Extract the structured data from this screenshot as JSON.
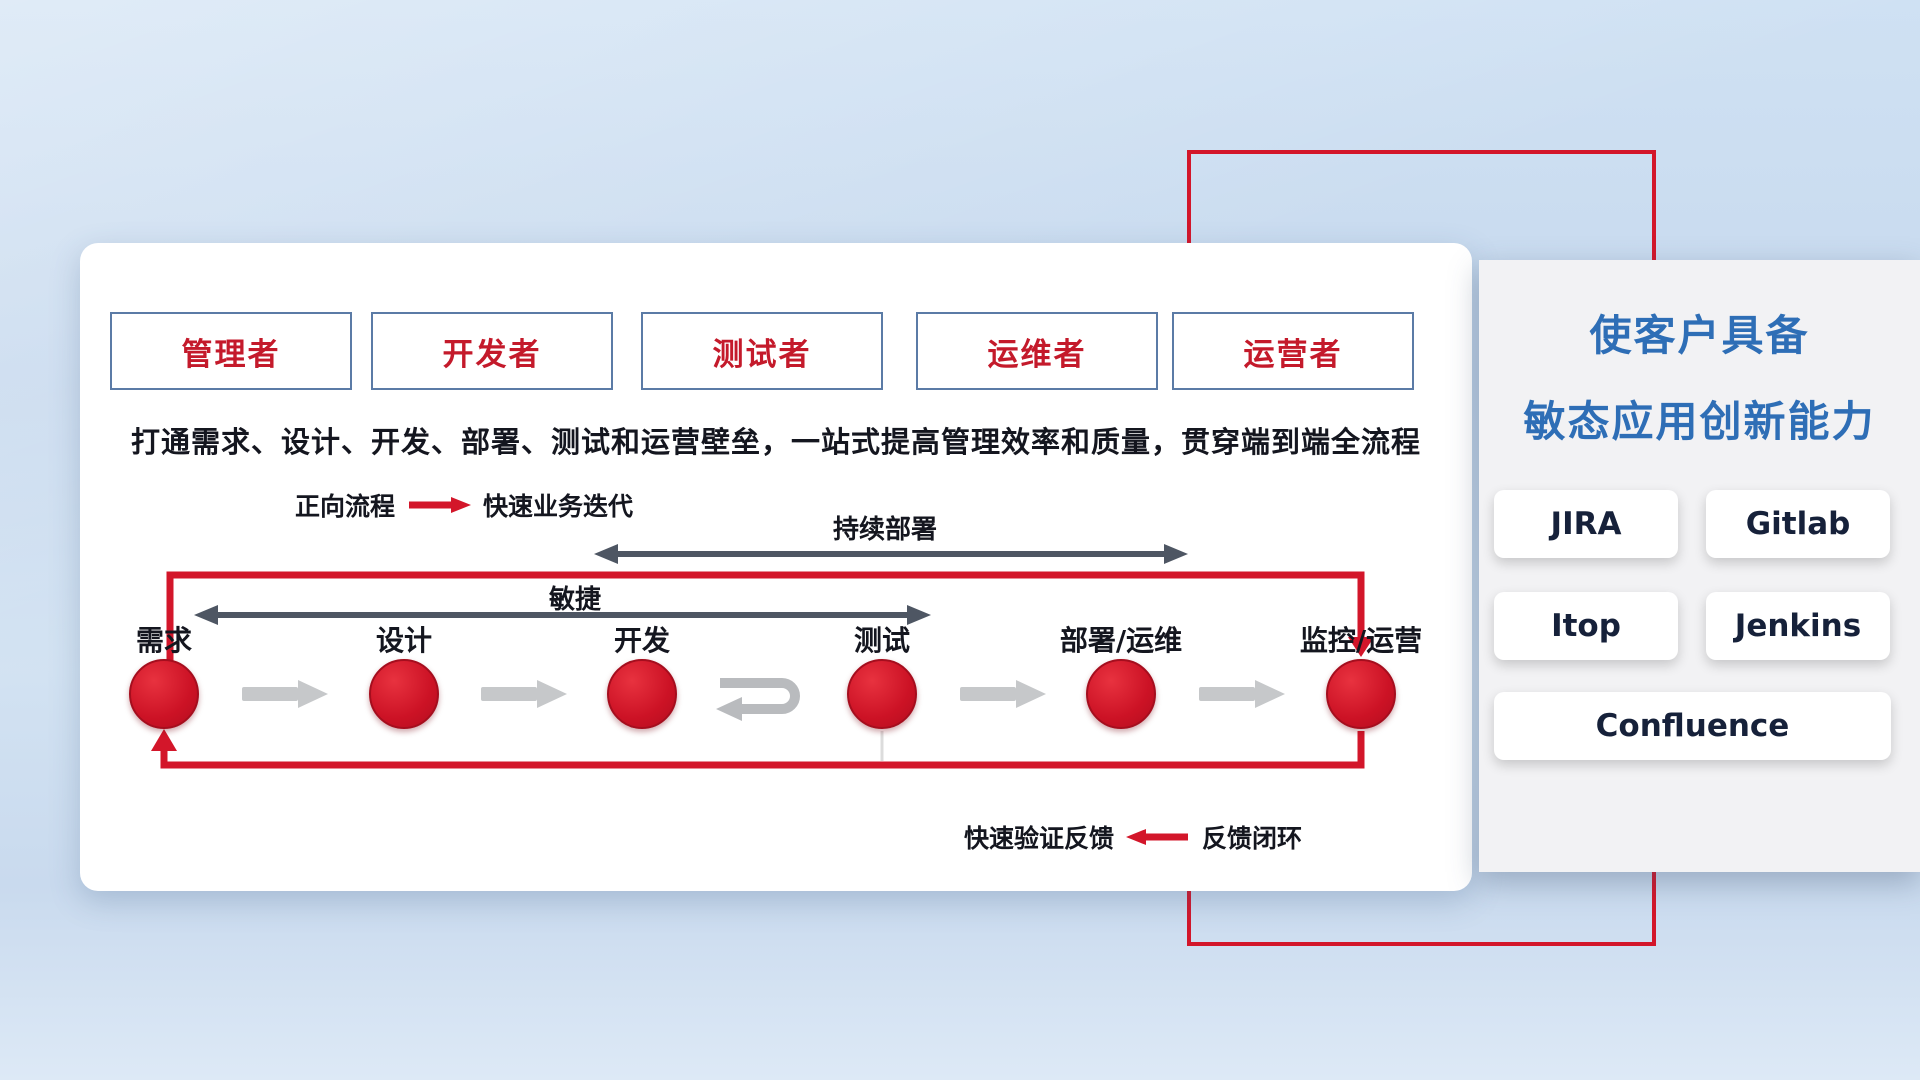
{
  "roles": [
    {
      "label": "管理者"
    },
    {
      "label": "开发者"
    },
    {
      "label": "测试者"
    },
    {
      "label": "运维者"
    },
    {
      "label": "运营者"
    }
  ],
  "subtitle": "打通需求、设计、开发、部署、测试和运营壁垒，一站式提高管理效率和质量，贯穿端到端全流程",
  "legend_forward": {
    "label": "正向流程",
    "desc": "快速业务迭代"
  },
  "legend_feedback": {
    "label": "快速验证反馈",
    "desc": "反馈闭环"
  },
  "flow": {
    "continuous_deploy_label": "持续部署",
    "agile_label": "敏捷",
    "nodes": [
      {
        "label": "需求"
      },
      {
        "label": "设计"
      },
      {
        "label": "开发"
      },
      {
        "label": "测试"
      },
      {
        "label": "部署/运维"
      },
      {
        "label": "监控/运营"
      }
    ]
  },
  "right_panel": {
    "title_line1": "使客户具备",
    "title_line2": "敏态应用创新能力",
    "tools": [
      {
        "label": "JIRA"
      },
      {
        "label": "Gitlab"
      },
      {
        "label": "Itop"
      },
      {
        "label": "Jenkins"
      },
      {
        "label": "Confluence"
      }
    ]
  },
  "colors": {
    "accent_red": "#d3162a",
    "title_blue": "#2e6eb6",
    "dark_arrow": "#4e5663",
    "light_arrow": "#c6c8ca"
  }
}
